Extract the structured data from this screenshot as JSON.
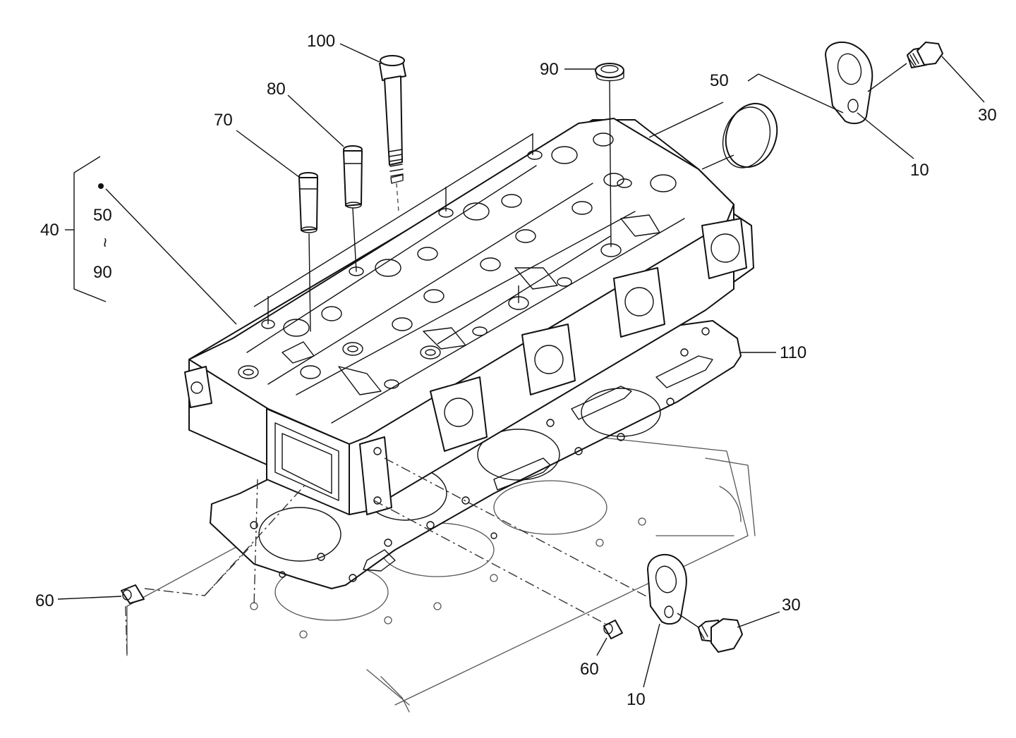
{
  "labels": {
    "l100": "100",
    "l90_top": "90",
    "l80": "80",
    "l70": "70",
    "l50_right": "50",
    "l30_top": "30",
    "l10_top": "10",
    "l40": "40",
    "l50_group": "50",
    "l_tilde": "~",
    "l90_group": "90",
    "l110": "110",
    "l60_left": "60",
    "l60_bottom": "60",
    "l30_bottom": "30",
    "l10_bottom": "10"
  }
}
